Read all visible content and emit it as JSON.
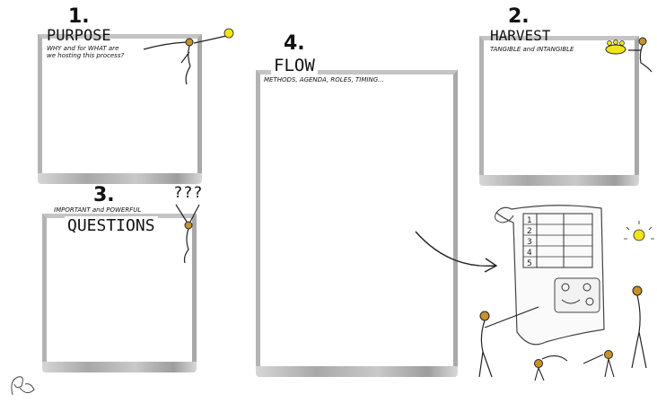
{
  "purpose": {
    "number": "1.",
    "title": "PURPOSE",
    "subtitle_line1": "WHY and for WHAT are",
    "subtitle_line2": "we hosting this process?"
  },
  "harvest": {
    "number": "2.",
    "title": "HARVEST",
    "subtitle": "TANGIBLE and INTANGIBLE"
  },
  "questions": {
    "number": "3.",
    "subtitle": "IMPORTANT and POWERFUL",
    "title": "QUESTIONS",
    "marks": "???"
  },
  "flow": {
    "number": "4.",
    "title": "FLOW",
    "subtitle": "METHODS, AGENDA, ROLES, TIMING..."
  },
  "chart_rows": [
    "1",
    "2",
    "3",
    "4",
    "5"
  ],
  "colors": {
    "frame": "#b3b3b3",
    "figure": "#c8922a",
    "idea": "#f2e418"
  },
  "icons": {
    "light": "lightbulb-icon",
    "signature": "signature-icon"
  }
}
